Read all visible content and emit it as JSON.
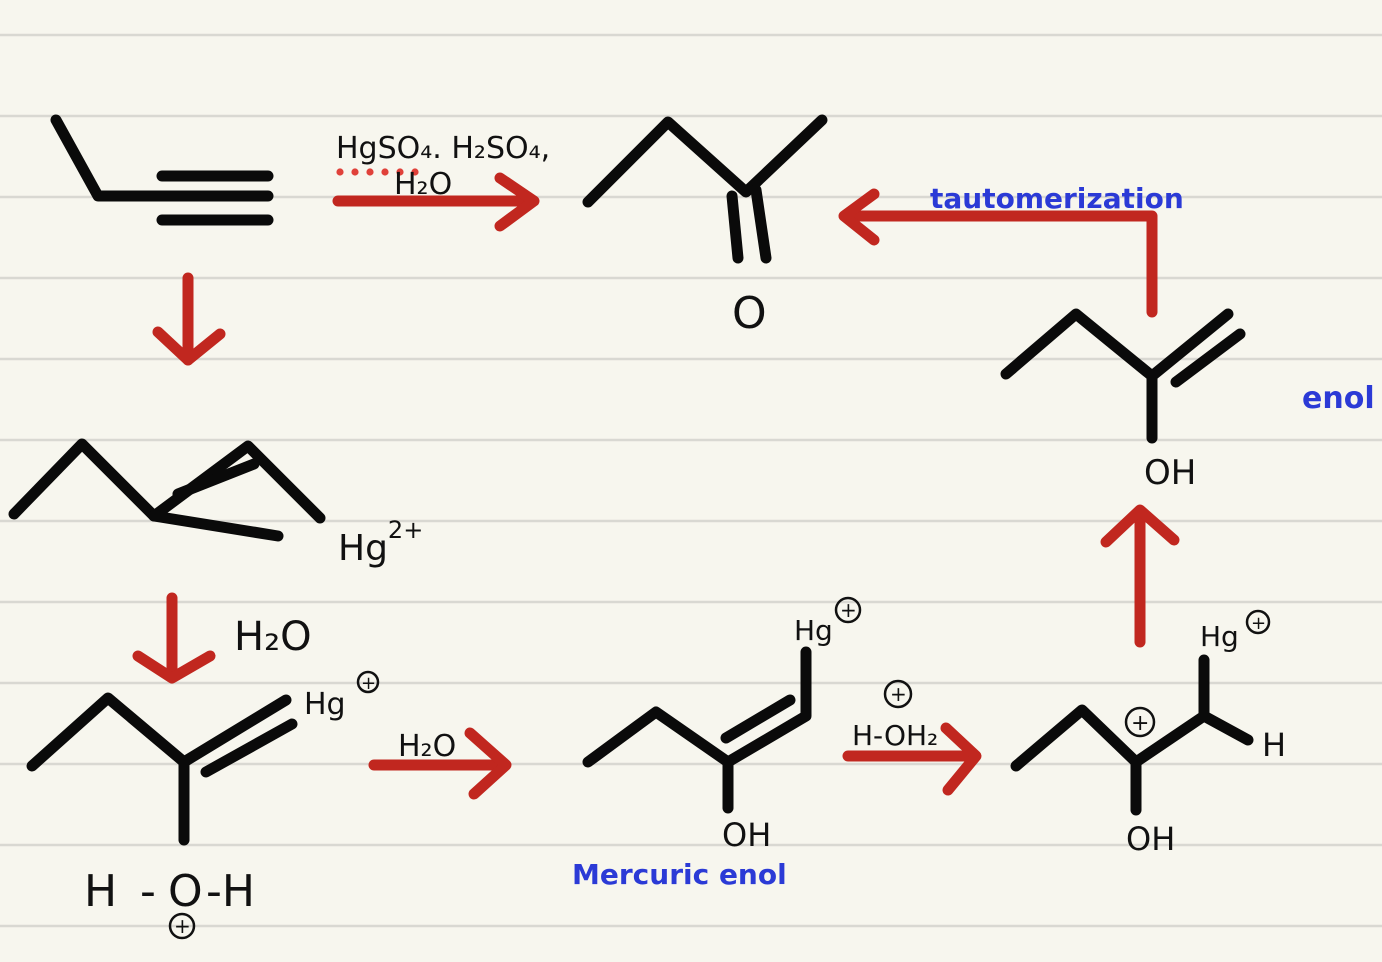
{
  "page": {
    "background": "#f7f6ee",
    "rule_color": "#d9d8d2",
    "bond_color": "#0a0a0a",
    "arrow_color": "#c1271f",
    "annotation_color": "#2b3ad6",
    "rule_lines_y": [
      35,
      116,
      197,
      278,
      359,
      440,
      521,
      602,
      683,
      764,
      845,
      926
    ]
  },
  "reactions": {
    "overall": {
      "reagents_line1": "HgSO₄. H₂SO₄,",
      "reagents_line2": "H₂O",
      "reactant": "1-butyne (alkyne)",
      "product": "butanone (ketone)"
    },
    "step2_reagent": "H₂O",
    "step3_reagent": "H₂O",
    "step4_reagent": "H-OH₂",
    "tautomerization_label": "tautomerization"
  },
  "labels": {
    "hg_2plus": "Hg",
    "hg_2plus_sup": "2+",
    "hg_plus": "Hg",
    "oxygen": "O",
    "oxonium": "H - O -H",
    "h_left": "H",
    "o_center": "O",
    "h_right": "-H",
    "oh": "OH",
    "h": "H",
    "plus": "+",
    "mercuric_enol": "Mercuric  enol",
    "enol": "enol"
  }
}
